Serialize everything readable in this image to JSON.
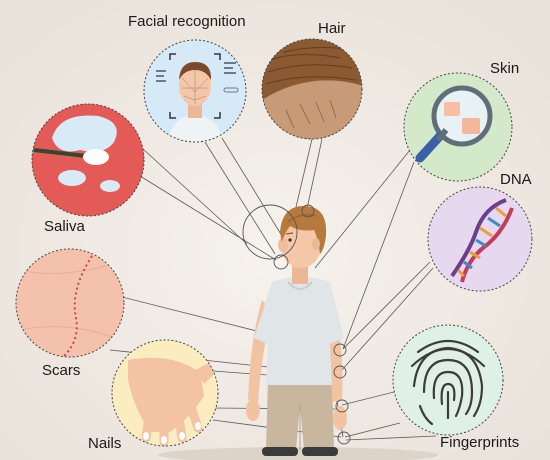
{
  "labels": {
    "facial_recognition": "Facial recognition",
    "hair": "Hair",
    "skin": "Skin",
    "dna": "DNA",
    "saliva": "Saliva",
    "scars": "Scars",
    "nails": "Nails",
    "fingerprints": "Fingerprints"
  },
  "icons": {
    "facial_recognition": "face-scan-icon",
    "hair": "hair-closeup-icon",
    "skin": "magnifier-skin-icon",
    "dna": "dna-helix-icon",
    "saliva": "saliva-swab-icon",
    "scars": "scar-icon",
    "nails": "hand-nails-icon",
    "fingerprints": "fingerprint-icon"
  },
  "colors": {
    "background": "#f1ece6",
    "circle_outline": "#444444",
    "connector": "#555555",
    "shirt": "#dfe4e6",
    "pants": "#c9b79f",
    "hair": "#b77a3e",
    "skin": "#f3c7a8"
  }
}
